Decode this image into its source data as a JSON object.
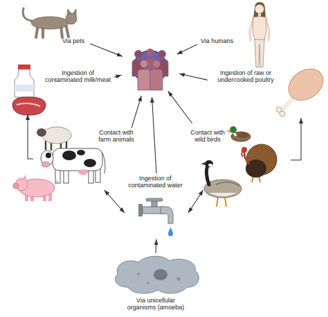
{
  "diagram": {
    "nodes": [
      {
        "text": [
          "Via pets"
        ]
      },
      {
        "text": [
          "Via humans"
        ]
      },
      {
        "text": []
      },
      {
        "text": [
          "Ingestion of contaminated milk/meat"
        ]
      },
      {
        "text": [
          "Ingestion of raw or undercooked poultry"
        ]
      },
      {
        "text": [
          "Contact with farm animals"
        ]
      },
      {
        "text": [
          "Contact with wild birds"
        ]
      },
      {
        "text": [
          "Ingestion of contaminated water"
        ]
      },
      {
        "text": [
          "Via unicellular organisms (amoeba)"
        ]
      }
    ],
    "edges": [
      {
        "from": 0,
        "to": 2,
        "arrow": "to"
      },
      {
        "from": 1,
        "to": 2,
        "arrow": "to"
      },
      {
        "from": 3,
        "to": 2,
        "arrow": "to"
      },
      {
        "from": 4,
        "to": 2,
        "arrow": "to"
      },
      {
        "from": 5,
        "to": 2,
        "arrow": "to"
      },
      {
        "from": 6,
        "to": 2,
        "arrow": "to"
      },
      {
        "from": 7,
        "to": 2,
        "arrow": "to"
      },
      {
        "from": 5,
        "to": 3,
        "arrow": "to"
      },
      {
        "from": 6,
        "to": 4,
        "arrow": "to"
      },
      {
        "from": 5,
        "to": 7,
        "arrow": "both"
      },
      {
        "from": 7,
        "to": 6,
        "arrow": "both"
      },
      {
        "from": 8,
        "to": 7,
        "arrow": "to"
      }
    ]
  }
}
